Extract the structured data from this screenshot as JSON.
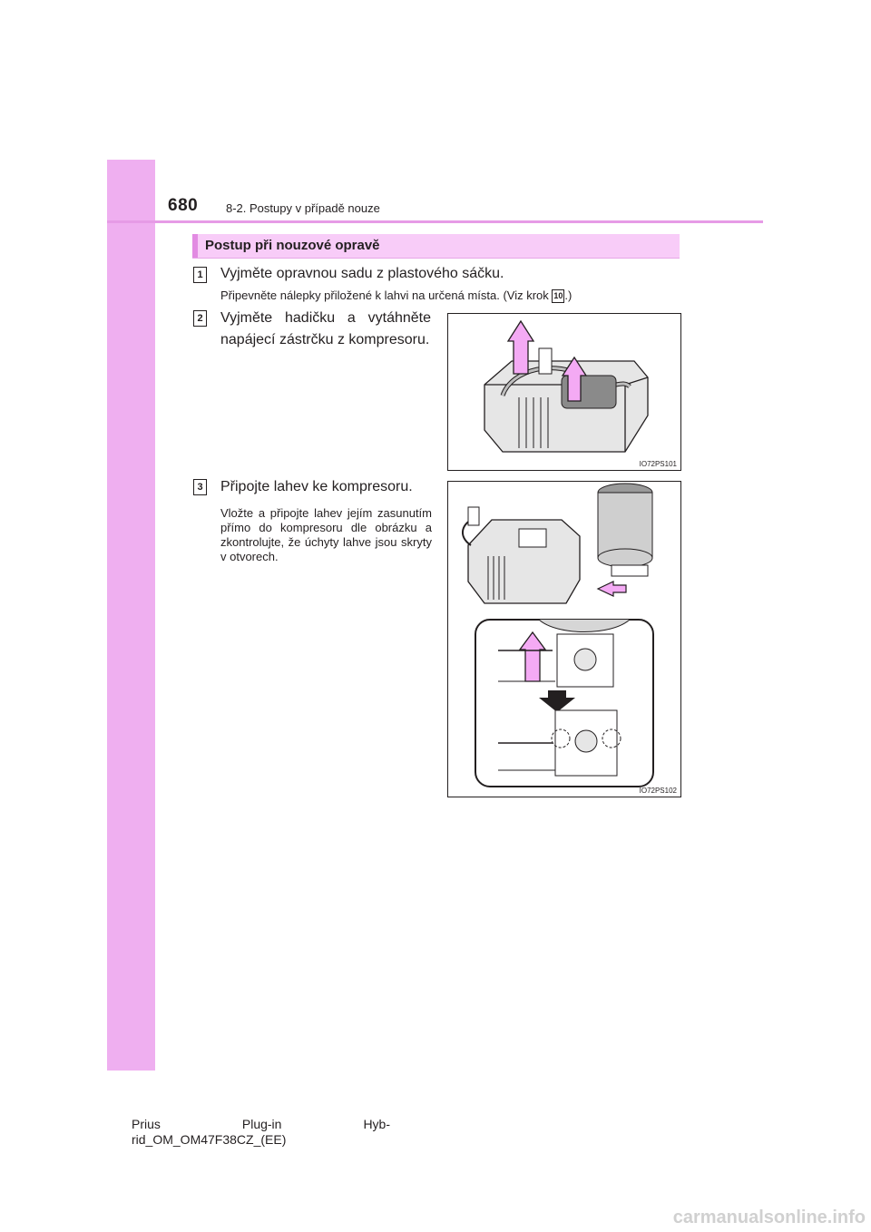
{
  "header": {
    "page_number": "680",
    "section": "8-2. Postupy v případě nouze"
  },
  "procedure": {
    "title": "Postup při nouzové opravě"
  },
  "steps": [
    {
      "number": "1",
      "heading": "Vyjměte opravnou sadu z plastového sáčku.",
      "note_before": "Připevněte nálepky přiložené k lahvi na určená místa. (Viz krok",
      "note_ref": "10",
      "note_after": ".)"
    },
    {
      "number": "2",
      "heading": "Vyjměte hadičku a vytáhněte napájecí zástrčku z kompresoru.",
      "figure_code": "IO72PS101"
    },
    {
      "number": "3",
      "heading": "Připojte lahev ke kompresoru.",
      "body": "Vložte a připojte lahev jejím zasunutím přímo do kompresoru dle obrázku a zkontrolujte, že úchyty lahve jsou skryty v otvorech.",
      "figure_code": "IO72PS102"
    }
  ],
  "footer": {
    "line1_a": "Prius",
    "line1_b": "Plug-in",
    "line1_c": "Hyb-",
    "line2": "rid_OM_OM47F38CZ_(EE)"
  },
  "watermark": "carmanualsonline.info"
}
